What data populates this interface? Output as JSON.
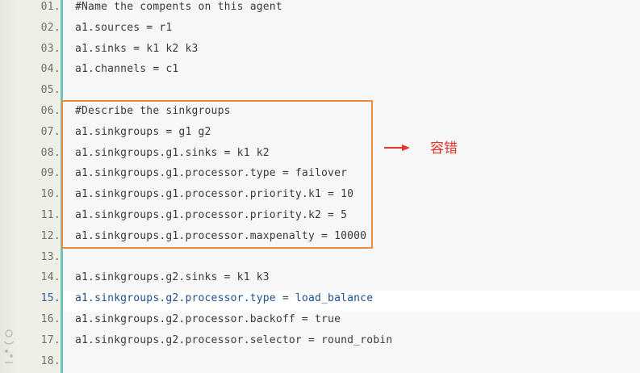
{
  "code": {
    "lines": [
      {
        "num": "01.",
        "text": "#Name the compents on this agent"
      },
      {
        "num": "02.",
        "text": "a1.sources = r1"
      },
      {
        "num": "03.",
        "text": "a1.sinks = k1 k2 k3"
      },
      {
        "num": "04.",
        "text": "a1.channels = c1"
      },
      {
        "num": "05.",
        "text": ""
      },
      {
        "num": "06.",
        "text": "#Describe the sinkgroups"
      },
      {
        "num": "07.",
        "text": "a1.sinkgroups = g1 g2"
      },
      {
        "num": "08.",
        "text": "a1.sinkgroups.g1.sinks = k1 k2"
      },
      {
        "num": "09.",
        "text": "a1.sinkgroups.g1.processor.type = failover"
      },
      {
        "num": "10.",
        "text": "a1.sinkgroups.g1.processor.priority.k1 = 10"
      },
      {
        "num": "11.",
        "text": "a1.sinkgroups.g1.processor.priority.k2 = 5"
      },
      {
        "num": "12.",
        "text": "a1.sinkgroups.g1.processor.maxpenalty = 10000"
      },
      {
        "num": "13.",
        "text": ""
      },
      {
        "num": "14.",
        "text": "a1.sinkgroups.g2.sinks = k1 k3"
      },
      {
        "num": "15.",
        "text": "a1.sinkgroups.g2.processor.type = load_balance"
      },
      {
        "num": "16.",
        "text": "a1.sinkgroups.g2.processor.backoff = true"
      },
      {
        "num": "17.",
        "text": "a1.sinkgroups.g2.processor.selector = round_robin"
      },
      {
        "num": "18.",
        "text": ""
      }
    ],
    "highlighted_line": "15."
  },
  "annotation": {
    "note": "容错",
    "box_color": "#ef8a3e",
    "note_color": "#e8322a"
  },
  "colors": {
    "line_bg": "#f7f7f7",
    "highlight_bg": "#ffffff",
    "gutter_border": "#6fc3bf",
    "highlight_text": "#1d4f8f"
  }
}
